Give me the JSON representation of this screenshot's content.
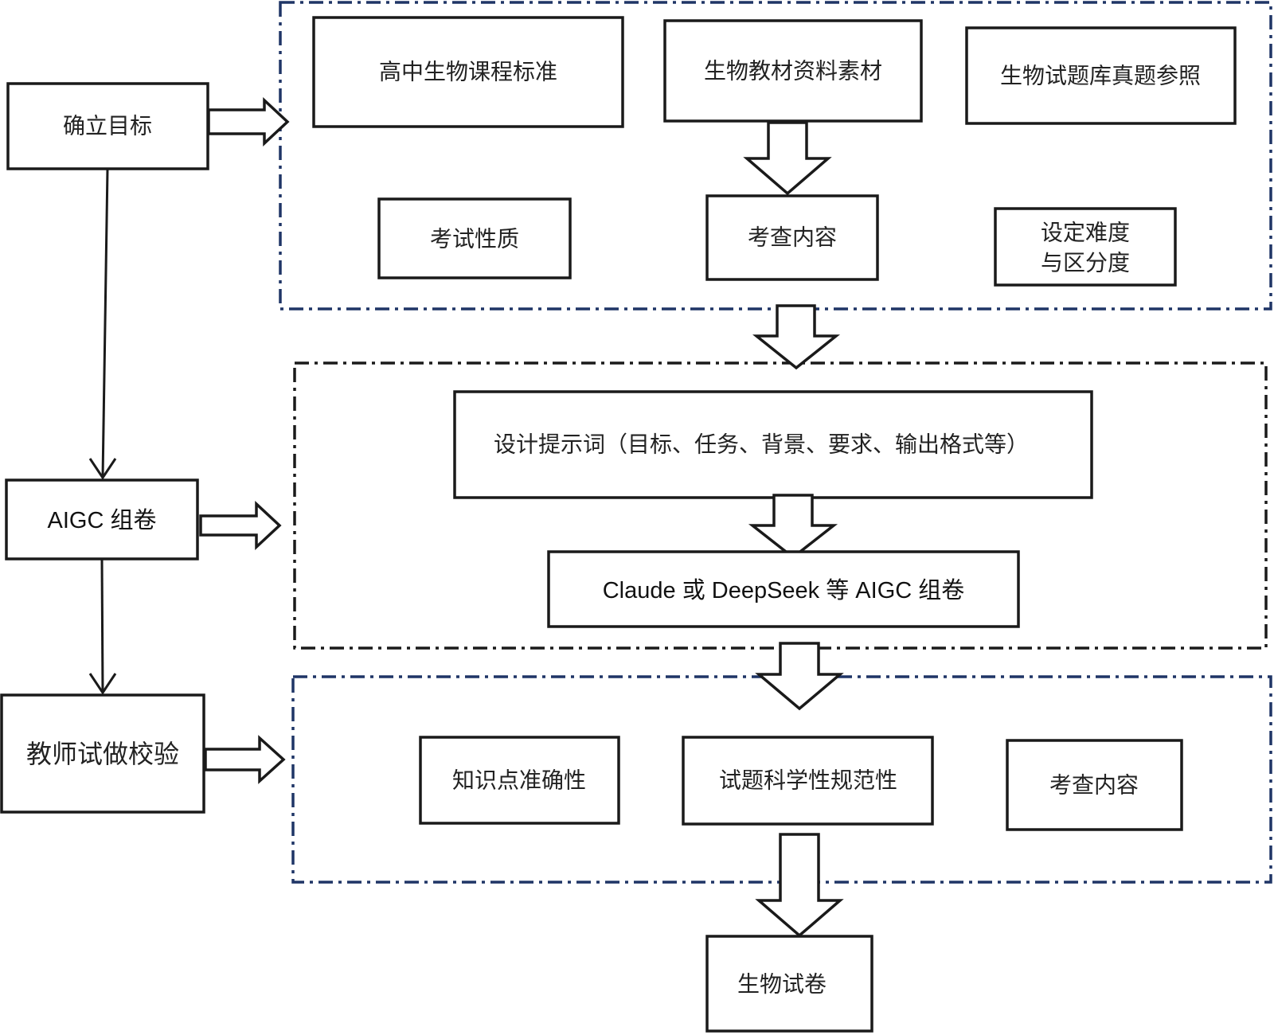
{
  "left_column": {
    "step1": "确立目标",
    "step2": "AIGC 组卷",
    "step3": "教师试做校验"
  },
  "group_goal": {
    "top_row": [
      "高中生物课程标准",
      "生物教材资料素材",
      "生物试题库真题参照"
    ],
    "bottom_row": [
      "考试性质",
      "考查内容"
    ],
    "difficulty_line1": "设定难度",
    "difficulty_line2": "与区分度"
  },
  "group_aigc": {
    "prompt_design": "设计提示词（目标、任务、背景、要求、输出格式等）",
    "model_compose": "Claude 或 DeepSeek 等 AIGC 组卷"
  },
  "group_check": {
    "items": [
      "知识点准确性",
      "试题科学性规范性",
      "考查内容"
    ]
  },
  "result": "生物试卷",
  "colors": {
    "group_border_blue": "#1f3566",
    "group_border_black": "#1a1a1a",
    "box_border": "#1a1a1a"
  }
}
